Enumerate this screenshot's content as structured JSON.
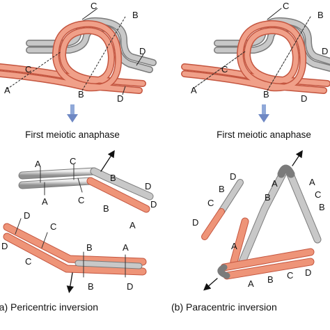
{
  "colors": {
    "red": "#ee9478",
    "red_edge": "#c4553f",
    "red_hi": "#fbd2c3",
    "gray": "#b9b9b9",
    "gray_edge": "#7b7b7b",
    "gray_hi": "#e4e4e4",
    "arrow": "#8fa8d8"
  },
  "panel_a": {
    "step_label": "First meiotic anaphase",
    "caption": "(a)  Pericentric inversion",
    "loop_labels": {
      "c": "C",
      "b_top": "B",
      "d_top": "D",
      "c_left": "C",
      "a": "A",
      "b_bottom": "B",
      "d_bottom": "D"
    },
    "anaphase_labels": {
      "top_a": "A",
      "top_c": "C",
      "bot_a": "A",
      "bot_c": "C",
      "right_b": "B",
      "right_d": "D",
      "right_d2": "D",
      "right_b2": "B",
      "right_a": "A",
      "low_d": "D",
      "low_d2": "D",
      "low_c": "C",
      "low_c2": "C",
      "low_b": "B",
      "low_a": "A",
      "low_b2": "B",
      "low_d3": "D"
    }
  },
  "panel_b": {
    "step_label": "First meiotic anaphase",
    "caption": "(b)  Paracentric inversion",
    "loop_labels": {
      "c": "C",
      "b_top": "B",
      "d_top": "D",
      "c_left": "C",
      "a": "A",
      "b_bottom": "B",
      "d_bottom": "D"
    },
    "anaphase_labels": {
      "d1": "D",
      "b1": "B",
      "c1": "C",
      "d2": "D",
      "a1": "A",
      "b2": "B",
      "a2": "A",
      "c2": "C",
      "b3": "B",
      "a3": "A",
      "a4": "A",
      "b4": "B",
      "c3": "C",
      "d3": "D"
    }
  }
}
